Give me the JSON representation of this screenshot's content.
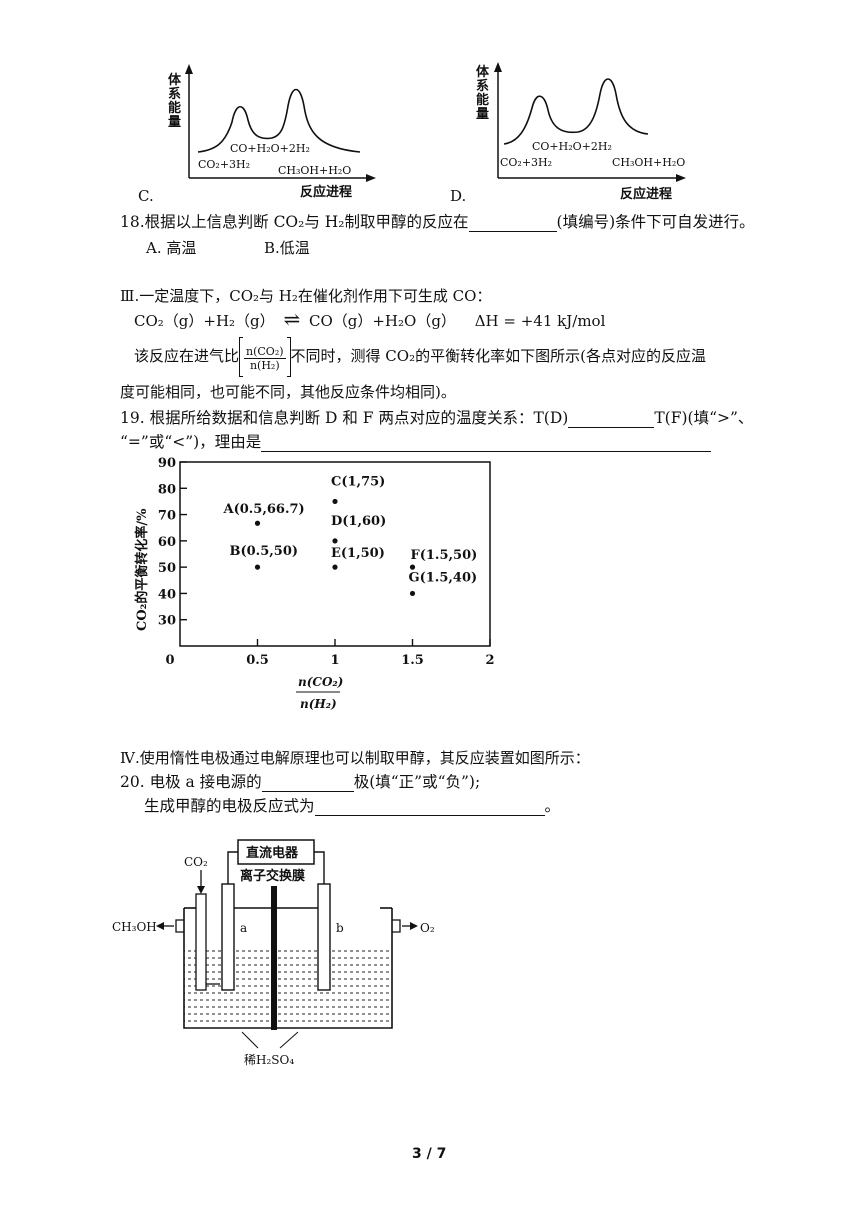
{
  "energy_diagrams": {
    "C": {
      "option": "C.",
      "y_label": [
        "体",
        "系",
        "能",
        "量"
      ],
      "x_label": "反应进程",
      "reactant": "CO₂+3H₂",
      "intermediate": "CO+H₂O+2H₂",
      "product": "CH₃OH+H₂O"
    },
    "D": {
      "option": "D.",
      "y_label": [
        "体",
        "系",
        "能",
        "量"
      ],
      "x_label": "反应进程",
      "reactant": "CO₂+3H₂",
      "intermediate": "CO+H₂O+2H₂",
      "product": "CH₃OH+H₂O"
    }
  },
  "q18": {
    "stem_a": "18.根据以上信息判断 CO₂与 H₂制取甲醇的反应在",
    "stem_b": "(填编号)条件下可自发进行。",
    "option_a": "A. 高温",
    "option_b": "B.低温"
  },
  "section3": {
    "heading": "Ⅲ.一定温度下，CO₂与 H₂在催化剂作用下可生成 CO：",
    "eq_left": "CO₂（g）+H₂（g）",
    "eq_arrow": "⇌",
    "eq_right": "CO（g）+H₂O（g）",
    "eq_dh": "ΔH = +41 kJ/mol",
    "desc_a": "该反应在进气比",
    "frac_num": "n(CO₂)",
    "frac_den": "n(H₂)",
    "desc_b": "不同时，测得 CO₂的平衡转化率如下图所示(各点对应的反应温",
    "desc_c": "度可能相同，也可能不同，其他反应条件均相同)。"
  },
  "q19": {
    "stem_a": "19. 根据所给数据和信息判断 D 和 F 两点对应的温度关系：T(D)",
    "stem_b": "T(F)(填“>”、",
    "stem_c": "“=”或“<”)，理由是"
  },
  "chart_data": {
    "type": "scatter",
    "ylabel": "CO₂的平衡转化率/%",
    "xlabel_num": "n(CO₂)",
    "xlabel_den": "n(H₂)",
    "xlim": [
      0,
      2
    ],
    "ylim": [
      20,
      90
    ],
    "x_ticks": [
      "0",
      "0.5",
      "1",
      "1.5",
      "2"
    ],
    "y_ticks": [
      "90",
      "80",
      "70",
      "60",
      "50",
      "40",
      "30"
    ],
    "points": [
      {
        "label": "A(0.5,66.7)",
        "x": 0.5,
        "y": 66.7
      },
      {
        "label": "B(0.5,50)",
        "x": 0.5,
        "y": 50
      },
      {
        "label": "C(1,75)",
        "x": 1,
        "y": 75
      },
      {
        "label": "D(1,60)",
        "x": 1,
        "y": 60
      },
      {
        "label": "E(1,50)",
        "x": 1,
        "y": 50
      },
      {
        "label": "F(1.5,50)",
        "x": 1.5,
        "y": 50
      },
      {
        "label": "G(1.5,40)",
        "x": 1.5,
        "y": 40
      }
    ]
  },
  "section4": {
    "heading": "Ⅳ.使用惰性电极通过电解原理也可以制取甲醇，其反应装置如图所示：",
    "q20_a": "20. 电极 a 接电源的",
    "q20_b": "极(填“正”或“负”);",
    "q20_c": "生成甲醇的电极反应式为",
    "q20_d": "。"
  },
  "apparatus": {
    "power": "直流电器",
    "membrane": "离子交换膜",
    "co2": "CO₂",
    "ch3oh": "CH₃OH",
    "o2": "O₂",
    "electrode_a": "a",
    "electrode_b": "b",
    "electrolyte": "稀H₂SO₄"
  },
  "footer": {
    "page": "3 / 7"
  }
}
